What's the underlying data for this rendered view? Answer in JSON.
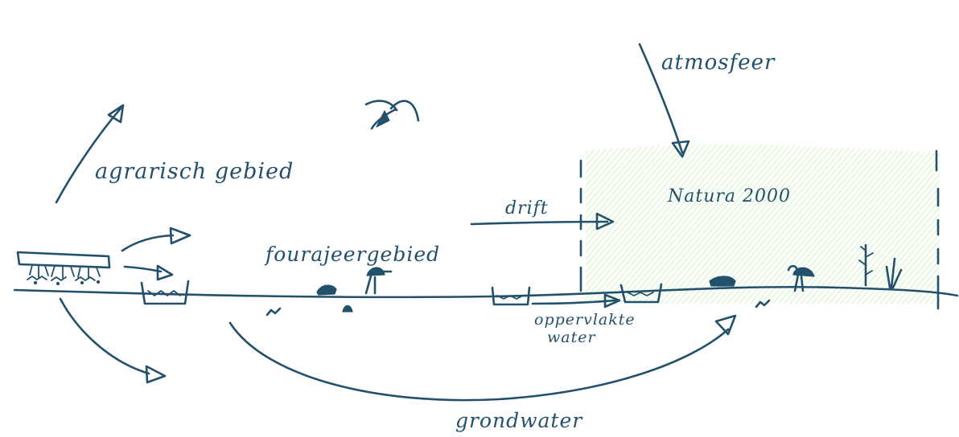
{
  "labels": {
    "atmosfeer": "atmosfeer",
    "agrarisch_gebied": "agrarisch gebied",
    "natura_2000": "Natura 2000",
    "drift": "drift",
    "foerageergebied": "fourajeergebied",
    "oppervlaktewater_line1": "oppervlakte",
    "oppervlaktewater_line2": "water",
    "grondwater": "grondwater"
  },
  "colors": {
    "ink": "#23506a",
    "natura_shading": "#b9f2a6"
  }
}
